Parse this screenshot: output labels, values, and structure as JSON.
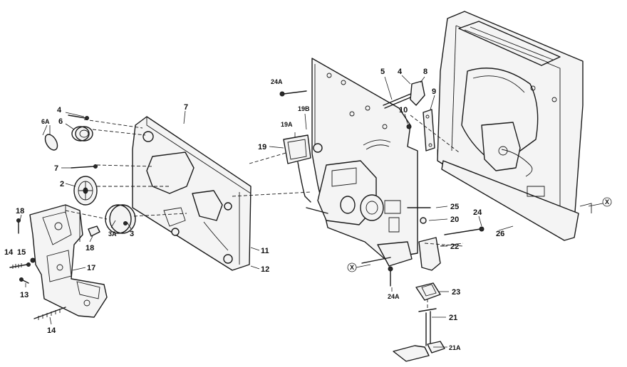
{
  "callouts": {
    "c_4_top": "4",
    "c_6a": "6A",
    "c_6": "6",
    "c_7_left": "7",
    "c_7_top": "7",
    "c_2": "2",
    "c_3a": "3A",
    "c_3": "3",
    "c_18_a": "18",
    "c_18_b": "18",
    "c_14_a": "14",
    "c_15": "15",
    "c_17": "17",
    "c_13": "13",
    "c_14_b": "14",
    "c_11": "11",
    "c_12": "12",
    "c_24a_top": "24A",
    "c_19a": "19A",
    "c_19b": "19B",
    "c_19": "19",
    "c_5": "5",
    "c_4_mid": "4",
    "c_8": "8",
    "c_10": "10",
    "c_9": "9",
    "c_25": "25",
    "c_20": "20",
    "c_24": "24",
    "c_22": "22",
    "c_26": "26",
    "c_x_left": "X",
    "c_x_right": "X",
    "c_24a_bottom": "24A",
    "c_23": "23",
    "c_21": "21",
    "c_21a": "21A"
  }
}
